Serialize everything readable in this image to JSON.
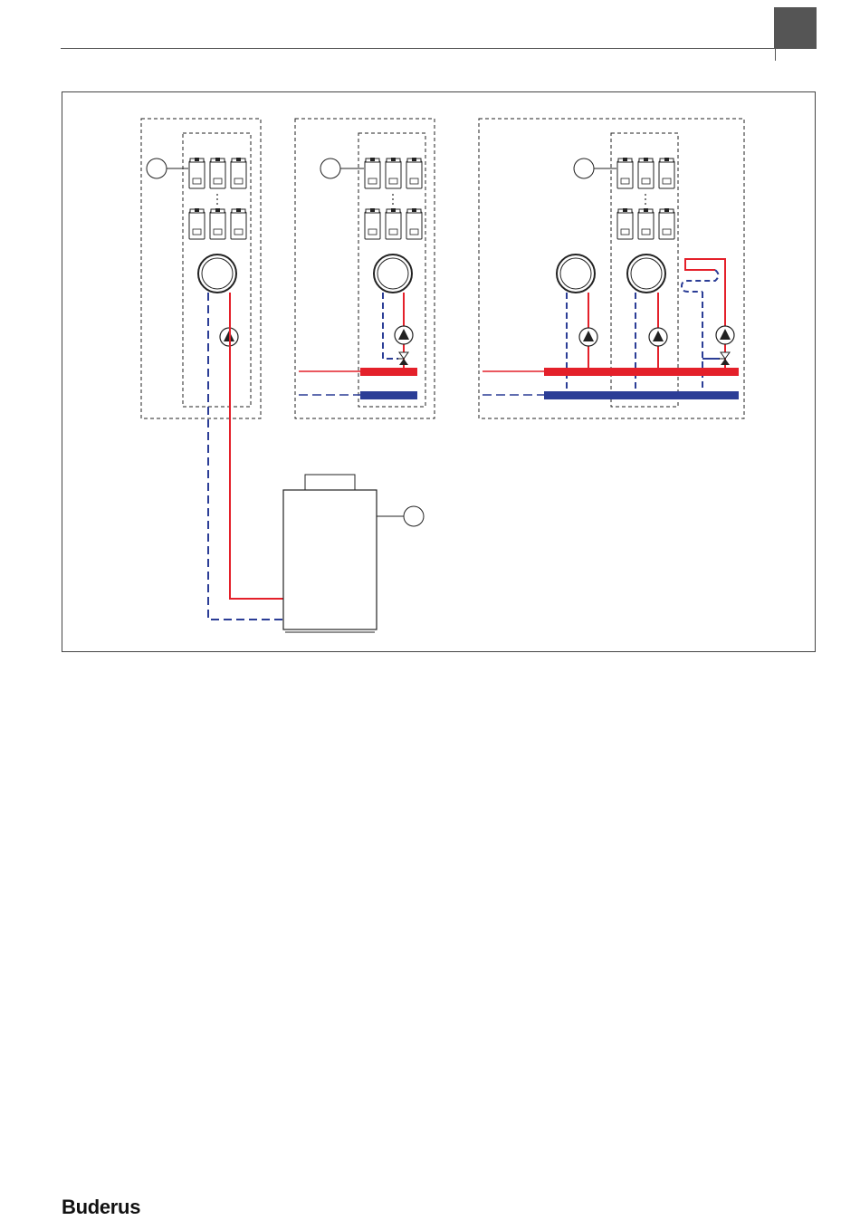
{
  "header": {
    "chapter_tab_color": "#555555",
    "rule_color": "#555555"
  },
  "diagram": {
    "colors": {
      "flow": "#e4202a",
      "return": "#2b3d96",
      "outline": "#222222"
    },
    "units": [
      {
        "id": "unit-1",
        "radiator_rows": 2,
        "radiators_per_row": 3,
        "components": [
          "callout",
          "radiators",
          "cylinder",
          "pump"
        ]
      },
      {
        "id": "unit-2",
        "radiator_rows": 2,
        "radiators_per_row": 3,
        "components": [
          "callout",
          "radiators",
          "cylinder",
          "pump",
          "mixing-valve",
          "header"
        ]
      },
      {
        "id": "unit-3",
        "radiator_rows": 2,
        "radiators_per_row": 3,
        "components": [
          "callout",
          "radiators",
          "cylinder",
          "cylinder",
          "pump",
          "pump",
          "pump",
          "mixing-valve",
          "underfloor-loop",
          "header"
        ]
      }
    ],
    "boiler": {
      "components": [
        "callout"
      ]
    }
  },
  "footer": {
    "brand": "Buderus"
  }
}
